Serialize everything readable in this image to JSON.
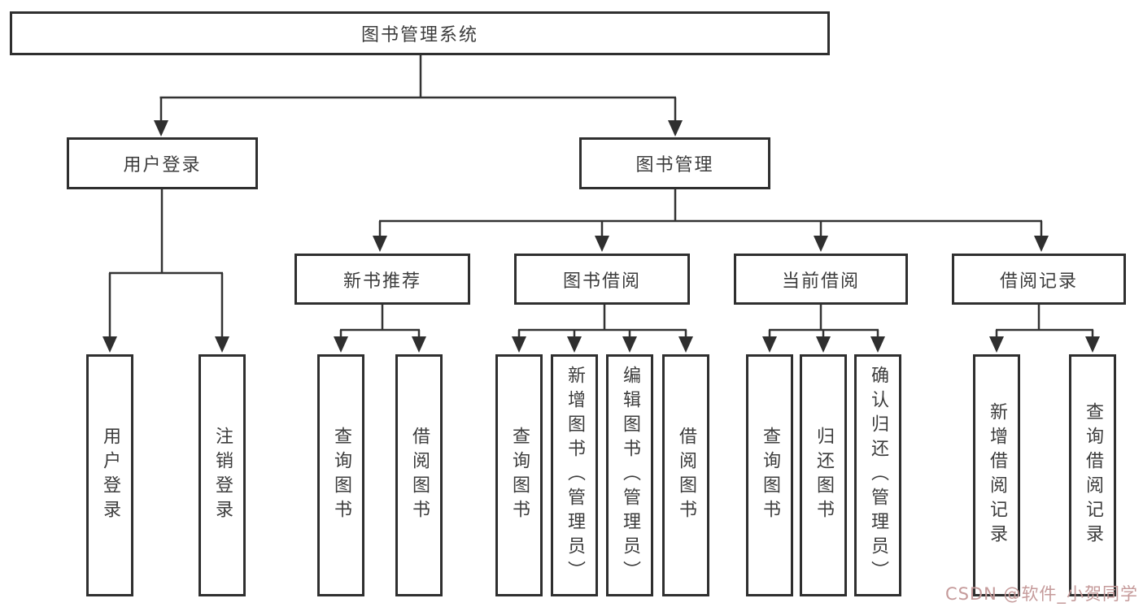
{
  "diagram": {
    "root": "图书管理系统",
    "level2": {
      "user_login": "用户登录",
      "book_management": "图书管理"
    },
    "level3": {
      "new_book_recommend": "新书推荐",
      "book_borrowing": "图书借阅",
      "current_borrowing": "当前借阅",
      "borrowing_records": "借阅记录"
    },
    "leaves": {
      "user_login": "用户登录",
      "logout": "注销登录",
      "recommend_query_book": "查询图书",
      "recommend_borrow_book": "借阅图书",
      "borrowing_query_book": "查询图书",
      "borrowing_add_book": "新增图书（管理员）",
      "borrowing_edit_book": "编辑图书（管理员）",
      "borrowing_borrow_book": "借阅图书",
      "current_query_book": "查询图书",
      "current_return_book": "归还图书",
      "current_confirm_return": "确认归还（管理员）",
      "records_add_record": "新增借阅记录",
      "records_query_record": "查询借阅记录"
    }
  },
  "watermark": "CSDN @软件_小贺同学",
  "colors": {
    "line": "#333333",
    "text": "#3c3c3c",
    "watermark": "#c59a9a",
    "background": "#ffffff"
  }
}
